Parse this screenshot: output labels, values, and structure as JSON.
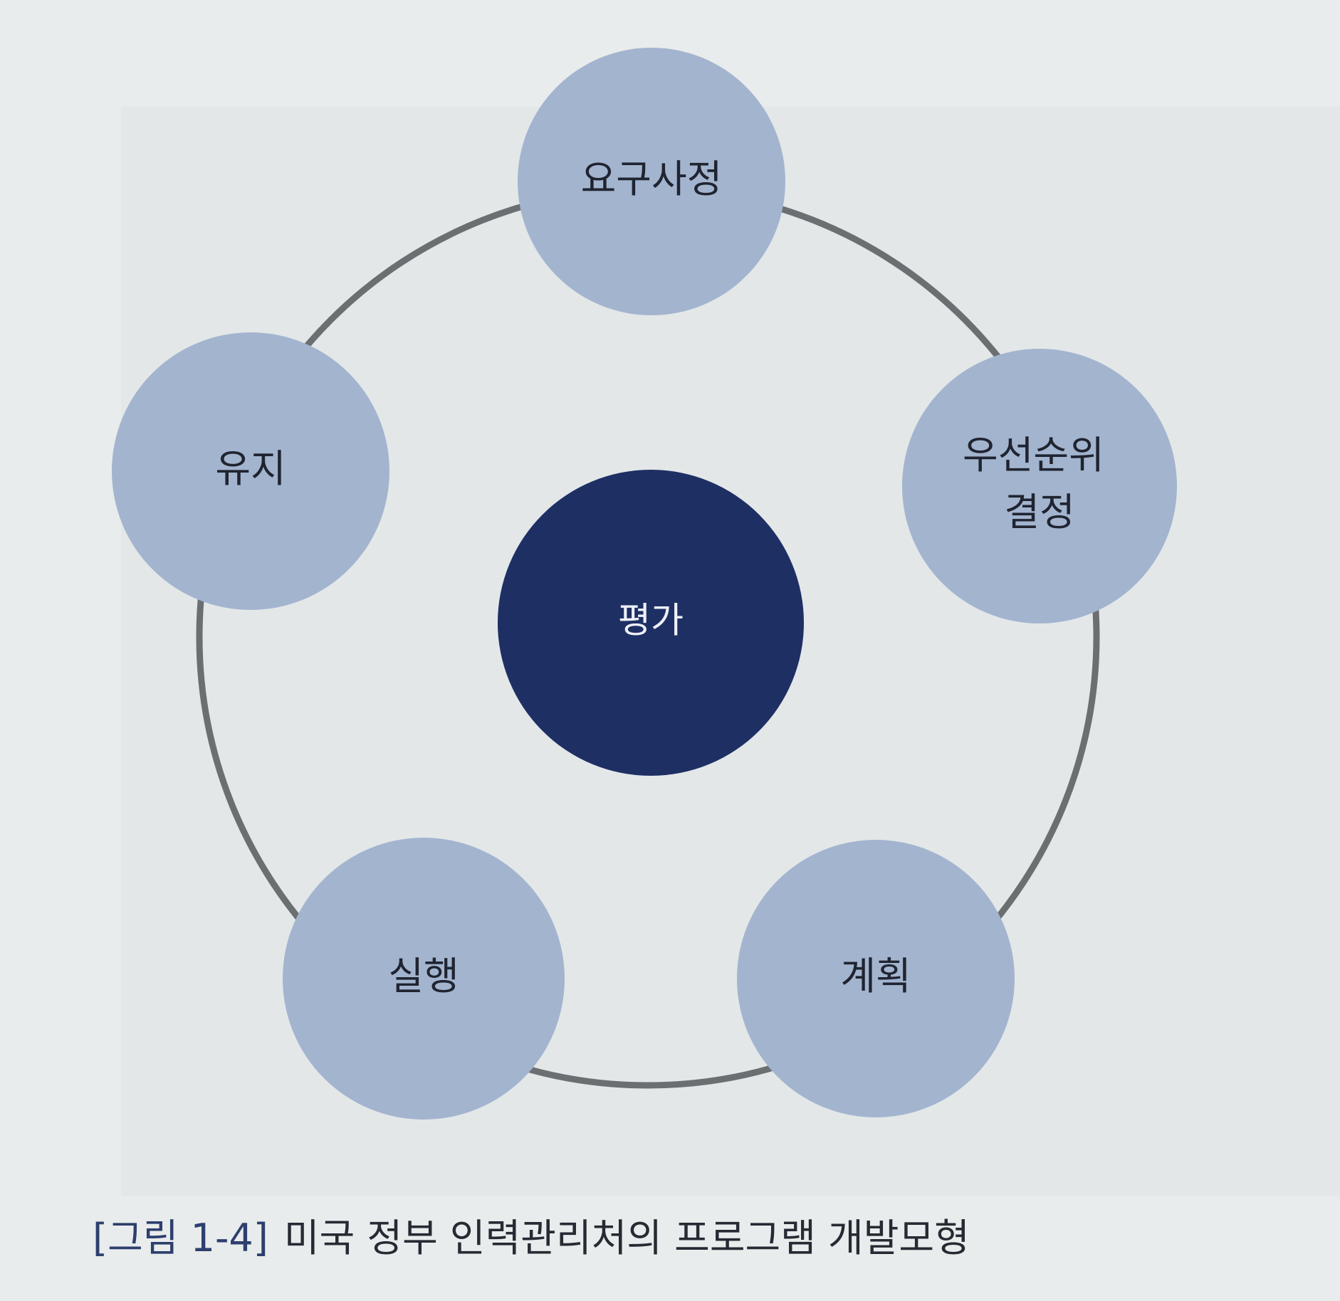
{
  "diagram": {
    "center": {
      "label": "평가"
    },
    "nodes": [
      {
        "id": "requirements",
        "lines": [
          "요구사정"
        ]
      },
      {
        "id": "prioritization",
        "lines": [
          "우선순위",
          "결정"
        ]
      },
      {
        "id": "planning",
        "lines": [
          "계획"
        ]
      },
      {
        "id": "implementation",
        "lines": [
          "실행"
        ]
      },
      {
        "id": "maintenance",
        "lines": [
          "유지"
        ]
      }
    ],
    "colors": {
      "node_fill": "#a3b4cf",
      "center_fill": "#1e2f64",
      "ring_stroke": "#6b6f72"
    }
  },
  "caption": {
    "label": "[그림 1-4]",
    "text": "미국 정부 인력관리처의 프로그램 개발모형"
  }
}
